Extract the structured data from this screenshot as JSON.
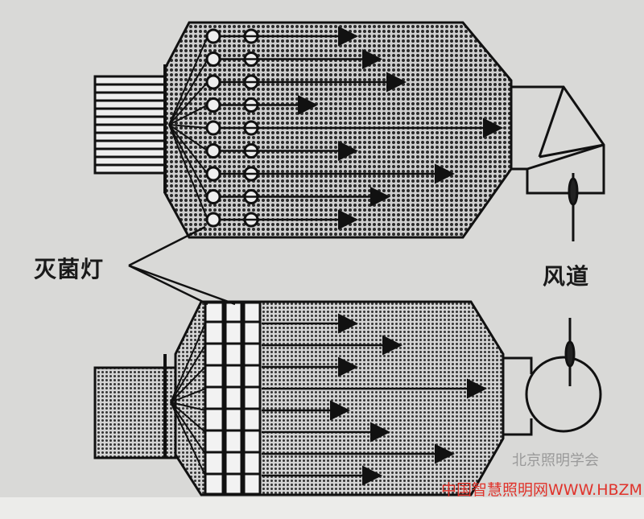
{
  "labels": {
    "lamp": "灭菌灯",
    "duct": "风道"
  },
  "watermark": {
    "text": "中国智慧照明网WWW.HBZM.CN",
    "faint_text": "北京照明学会"
  },
  "colors": {
    "background": "#d9d9d7",
    "ink": "#1a1a1a",
    "watermark": "#e0332b"
  }
}
